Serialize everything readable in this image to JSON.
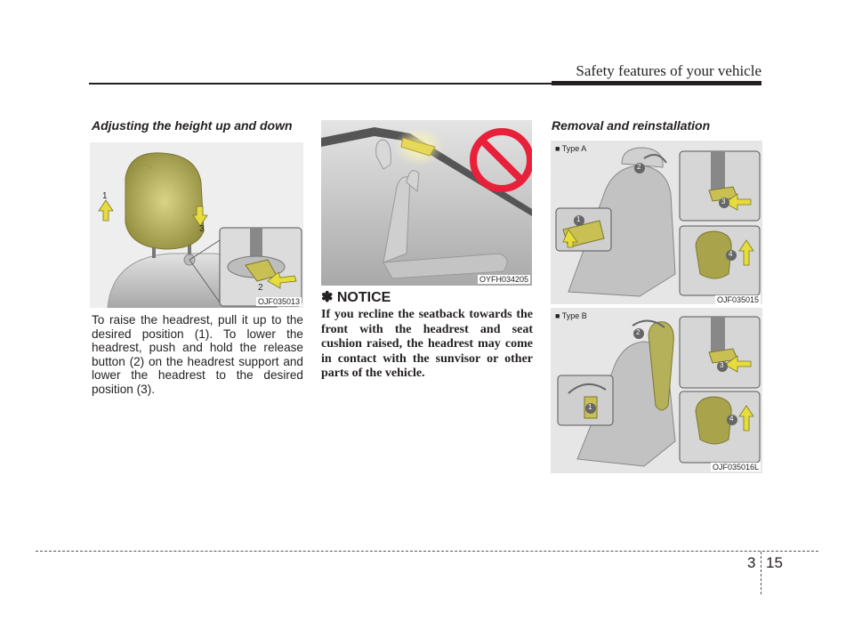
{
  "header": {
    "title": "Safety features of your vehicle"
  },
  "left": {
    "heading": "Adjusting the height up and down",
    "figure_code": "OJF035013",
    "callouts": [
      "1",
      "3",
      "2"
    ],
    "body": "To raise the headrest, pull it up to the desired position (1). To lower the headrest, push and hold the release button (2) on the headrest support and lower the headrest to the desired position (3)."
  },
  "middle": {
    "figure_code": "OYFH034205",
    "notice_title": "✽ NOTICE",
    "notice_body": "If you recline the seatback towards the front with the headrest and seat cushion raised, the headrest may come in contact with the sunvisor or other parts of the vehicle."
  },
  "right": {
    "heading": "Removal and reinstallation",
    "type_a_label": "■ Type A",
    "type_a_code": "OJF035015",
    "type_b_label": "■ Type B",
    "type_b_code": "OJF035016L",
    "callouts_a": [
      "2",
      "1",
      "3",
      "4"
    ],
    "callouts_b": [
      "2",
      "1",
      "3",
      "4"
    ]
  },
  "footer": {
    "chapter": "3",
    "page": "15"
  },
  "colors": {
    "headrest": "#b9b35a",
    "arrow": "#e6dc3c",
    "seat": "#c8c8c8",
    "prohibit": "#e8203a"
  }
}
